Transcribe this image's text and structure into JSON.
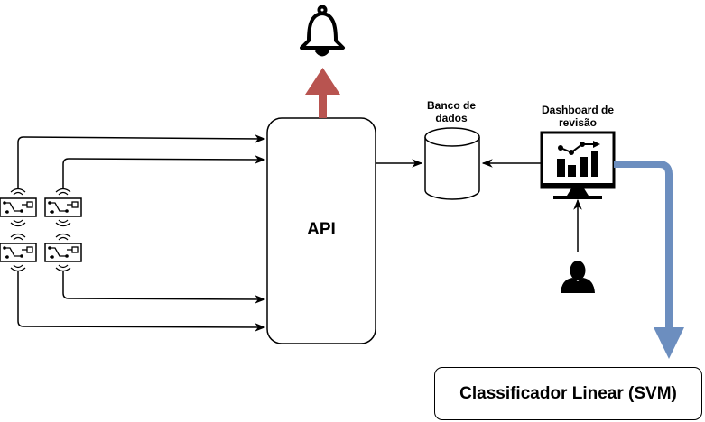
{
  "diagram": {
    "api": {
      "label": "API"
    },
    "database": {
      "label": "Banco de dados"
    },
    "dashboard": {
      "label": "Dashboard de revisão"
    },
    "classifier": {
      "label": "Classificador Linear (SVM)"
    },
    "icons": {
      "alert": "bell-icon",
      "sensors": "circuit-sensor-icon",
      "dashboard": "monitor-chart-icon",
      "reviewer": "user-icon",
      "database": "database-cylinder-icon"
    },
    "colors": {
      "alert_arrow": "#b85450",
      "classifier_arrow": "#6c8ebf",
      "stroke": "#000000",
      "background": "#ffffff"
    }
  }
}
